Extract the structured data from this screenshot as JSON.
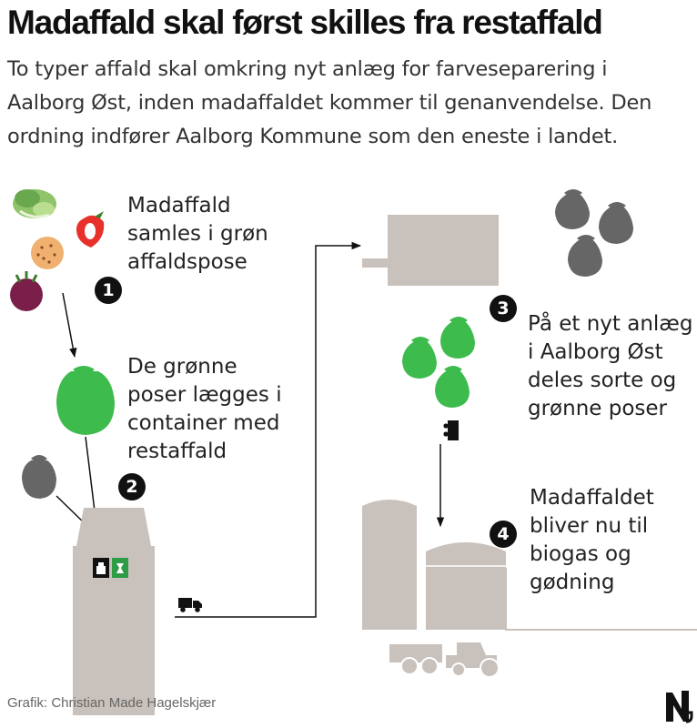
{
  "title": "Madaffald skal først skilles fra restaffald",
  "subtitle": "To typer affald skal omkring nyt anlæg for farveseparering i Aalborg Øst, inden madaffaldet kommer til genanvendelse. Den ordning indfører Aalborg Kommune som den eneste i landet.",
  "steps": [
    {
      "number": "1",
      "text": "Madaffald\nsamles i grøn\naffaldspose"
    },
    {
      "number": "2",
      "text": "De grønne\nposer lægges i\ncontainer med\nrestaffald"
    },
    {
      "number": "3",
      "text": "På et nyt anlæg\ni Aalborg Øst\ndeles sorte og\ngrønne poser"
    },
    {
      "number": "4",
      "text": "Madaffaldet\nbliver nu til\nbiogas og\ngødning"
    }
  ],
  "credit": "Grafik: Christian Made Hagelskjær",
  "icons": [
    "lettuce-icon",
    "strawberry-icon",
    "cookie-icon",
    "beet-icon",
    "green-bag-icon",
    "black-bag-icon",
    "waste-container-icon",
    "truck-icon",
    "plant-building-icon",
    "biogas-tanks-icon",
    "tractor-icon",
    "logo-icon"
  ],
  "colors": {
    "green_bag": "#3dbb4d",
    "black_bag": "#666666",
    "structure": "#c9c1bb",
    "container_label_green": "#2e9b47",
    "badge": "#111111"
  }
}
